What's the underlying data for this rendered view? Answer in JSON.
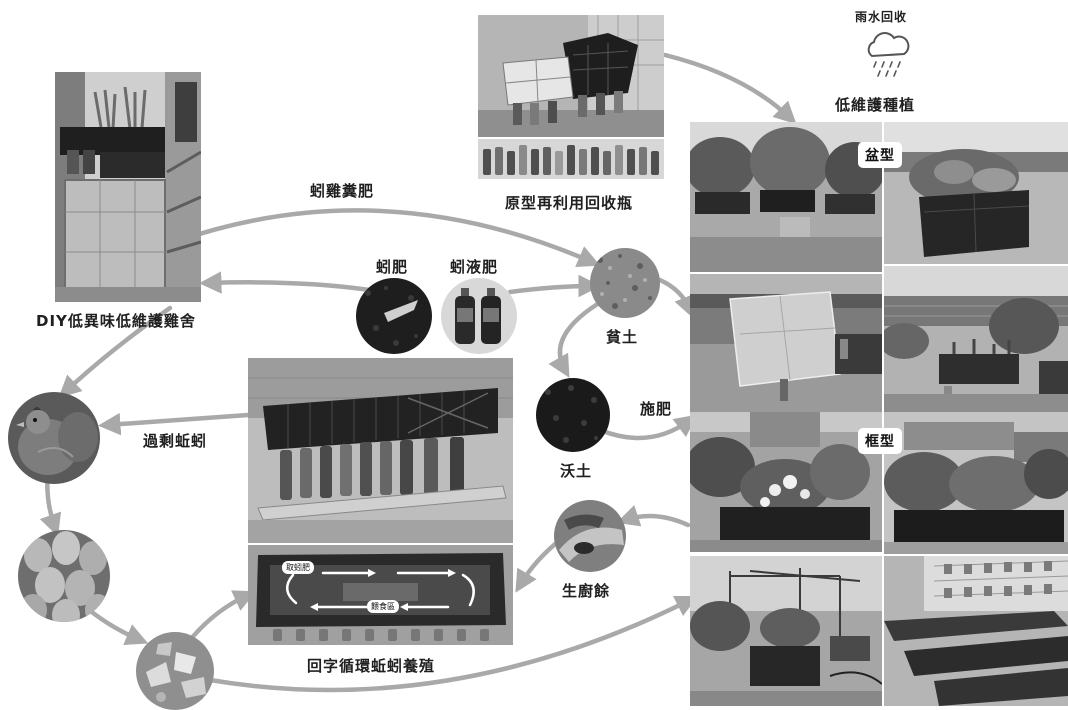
{
  "labels": {
    "rain_recovery": "雨水回收",
    "low_maintenance_planting": "低維護種植",
    "prototype_bottles": "原型再利用回收瓶",
    "coop": "DIY低異味低維護雞舍",
    "worm_chicken_manure": "蚓雞糞肥",
    "worm_compost": "蚓肥",
    "worm_liquid": "蚓液肥",
    "poor_soil": "貧土",
    "rich_soil": "沃土",
    "fertilize": "施肥",
    "excess_worms": "過剩蚯蚓",
    "kitchen_scraps": "生廚餘",
    "loop_system": "回字循環蚯蚓養殖",
    "pot_type": "盆型",
    "frame_type": "框型"
  },
  "loop_tags": {
    "worm_zone": "取蚓肥",
    "feed_zone": "餵食區"
  },
  "icons": [
    "rain-cloud-icon"
  ],
  "colors": {
    "arrow": "#a9a9a9",
    "label": "#202020",
    "tag_bg": "#ffffff"
  }
}
